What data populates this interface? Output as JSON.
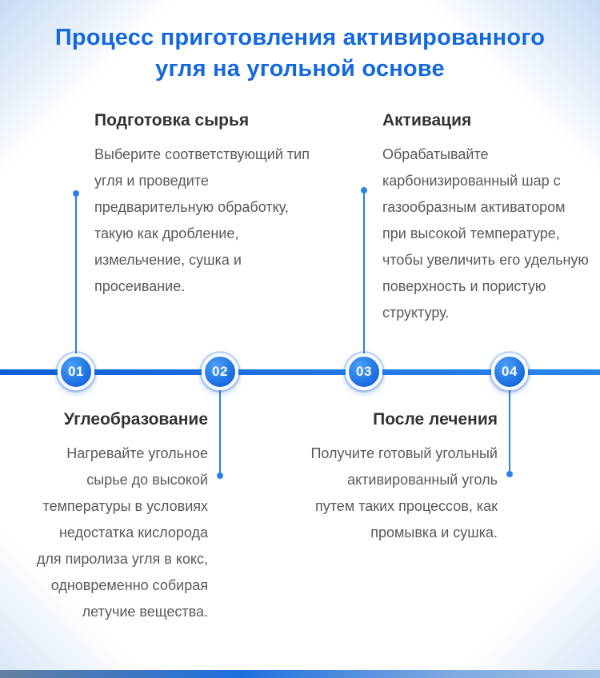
{
  "title": {
    "line1": "Процесс приготовления активированного",
    "line2": "угля на угольной основе"
  },
  "steps": [
    {
      "number": "01",
      "heading": "Подготовка сырья",
      "body": "Выберите соответствующий тип угля и проведите предварительную обработку, такую как дробление, измельчение, сушка и просеивание."
    },
    {
      "number": "02",
      "heading": "Углеобразование",
      "body": "Нагревайте угольное сырье до высокой температуры в условиях недостатка кислорода для пиролиза угля в кокс, одновременно собирая летучие вещества."
    },
    {
      "number": "03",
      "heading": "Активация",
      "body": "Обрабатывайте карбонизированный шар с газообразным активатором при высокой температуре, чтобы увеличить его удельную поверхность и пористую структуру."
    },
    {
      "number": "04",
      "heading": "После лечения",
      "body": "Получите готовый угольный активированный уголь путем таких процессов, как промывка и сушка."
    }
  ],
  "colors": {
    "accent_blue": "#1468dd",
    "timeline_blue": "#1f74e6",
    "heading_text": "#333333",
    "body_text": "#595959"
  }
}
